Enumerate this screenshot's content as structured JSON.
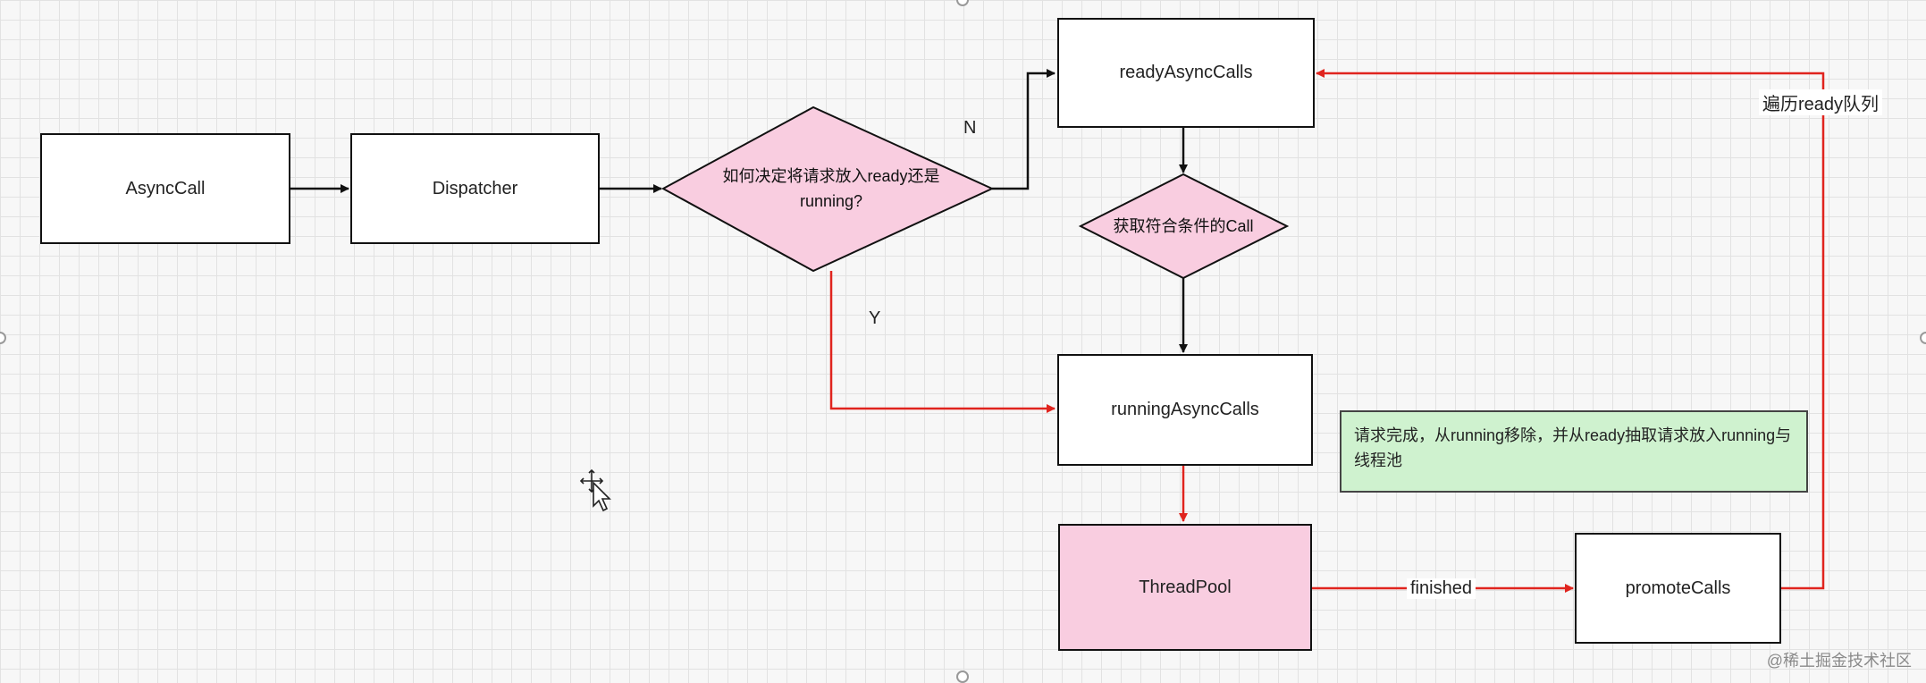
{
  "nodes": {
    "async_call": "AsyncCall",
    "dispatcher": "Dispatcher",
    "decision": "如何决定将请求放入ready还是running?",
    "ready_async_calls": "readyAsyncCalls",
    "get_call_decision": "获取符合条件的Call",
    "running_async_calls": "runningAsyncCalls",
    "thread_pool": "ThreadPool",
    "promote_calls": "promoteCalls"
  },
  "edge_labels": {
    "no": "N",
    "yes": "Y",
    "finished": "finished",
    "traverse_ready": "遍历ready队列"
  },
  "note": "请求完成，从running移除，并从ready抽取请求放入running与线程池",
  "watermark": "@稀土掘金技术社区",
  "colors": {
    "arrow_black": "#111111",
    "arrow_red": "#e0241e",
    "pink_fill": "#f9cde0",
    "green_note": "#cff2cf"
  }
}
